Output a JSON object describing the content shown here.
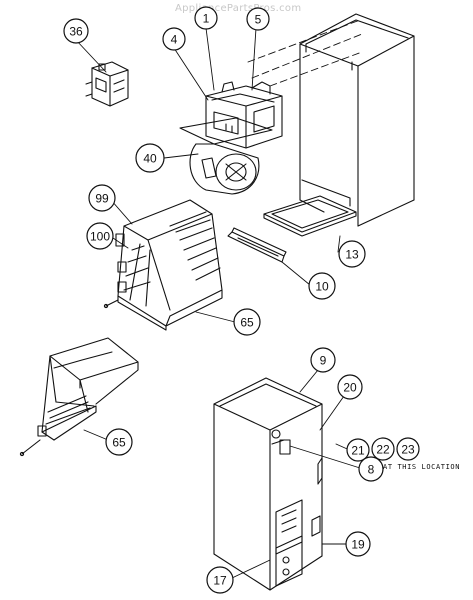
{
  "watermark": "AppliancePartsPros.com",
  "note": "AT THIS LOCATION",
  "callouts": [
    {
      "id": "c36",
      "label": "36"
    },
    {
      "id": "c1",
      "label": "1"
    },
    {
      "id": "c5",
      "label": "5"
    },
    {
      "id": "c4",
      "label": "4"
    },
    {
      "id": "c40",
      "label": "40"
    },
    {
      "id": "c99",
      "label": "99"
    },
    {
      "id": "c100",
      "label": "100"
    },
    {
      "id": "c13",
      "label": "13"
    },
    {
      "id": "c10",
      "label": "10"
    },
    {
      "id": "c65a",
      "label": "65"
    },
    {
      "id": "c65b",
      "label": "65"
    },
    {
      "id": "c9",
      "label": "9"
    },
    {
      "id": "c20",
      "label": "20"
    },
    {
      "id": "c21",
      "label": "21"
    },
    {
      "id": "c22",
      "label": "22"
    },
    {
      "id": "c23",
      "label": "23"
    },
    {
      "id": "c8",
      "label": "8"
    },
    {
      "id": "c19",
      "label": "19"
    },
    {
      "id": "c17",
      "label": "17"
    }
  ]
}
